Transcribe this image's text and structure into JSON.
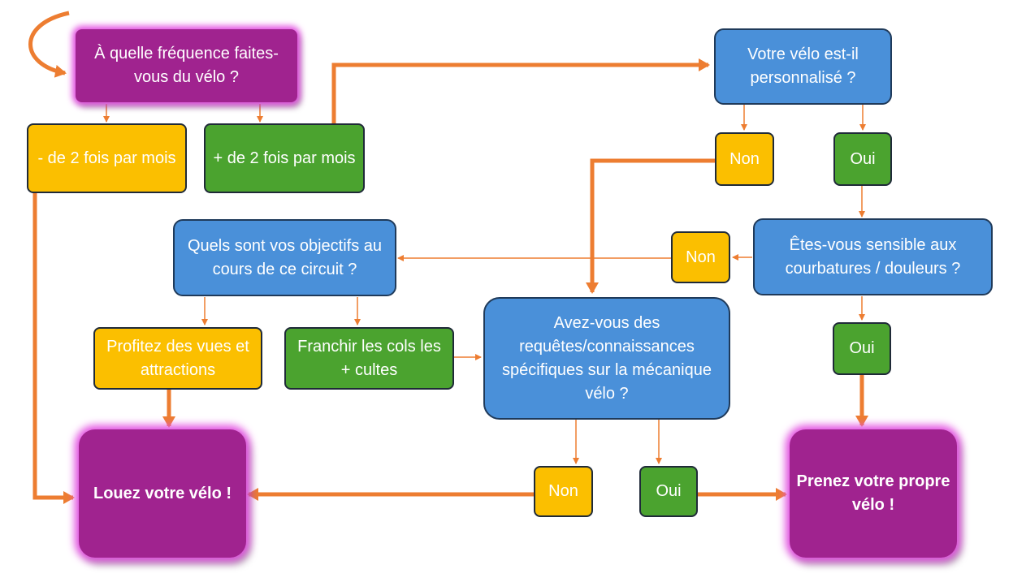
{
  "colors": {
    "arrow": "#ed7d31",
    "question": "#4a90d9",
    "yellow": "#fbbf00",
    "green": "#4ba32f",
    "purple": "#a0238f",
    "glow": "#e24fe0"
  },
  "nodes": {
    "start": "À quelle fréquence faites-vous du vélo ?",
    "less2": "- de 2 fois par mois",
    "more2": "+ de 2 fois par mois",
    "custom": "Votre vélo est-il personnalisé ?",
    "custom_no": "Non",
    "custom_yes": "Oui",
    "goals": "Quels sont vos objectifs au cours de ce circuit ?",
    "sensitive": "Êtes-vous sensible aux courbatures / douleurs ?",
    "sensitive_no": "Non",
    "sensitive_yes": "Oui",
    "views": "Profitez des vues et attractions",
    "cols": "Franchir les cols les + cultes",
    "mechanics": "Avez-vous des requêtes/connaissances spécifiques sur la mécanique vélo ?",
    "mech_no": "Non",
    "mech_yes": "Oui",
    "rent": "Louez votre vélo !",
    "own": "Prenez votre propre vélo !"
  }
}
